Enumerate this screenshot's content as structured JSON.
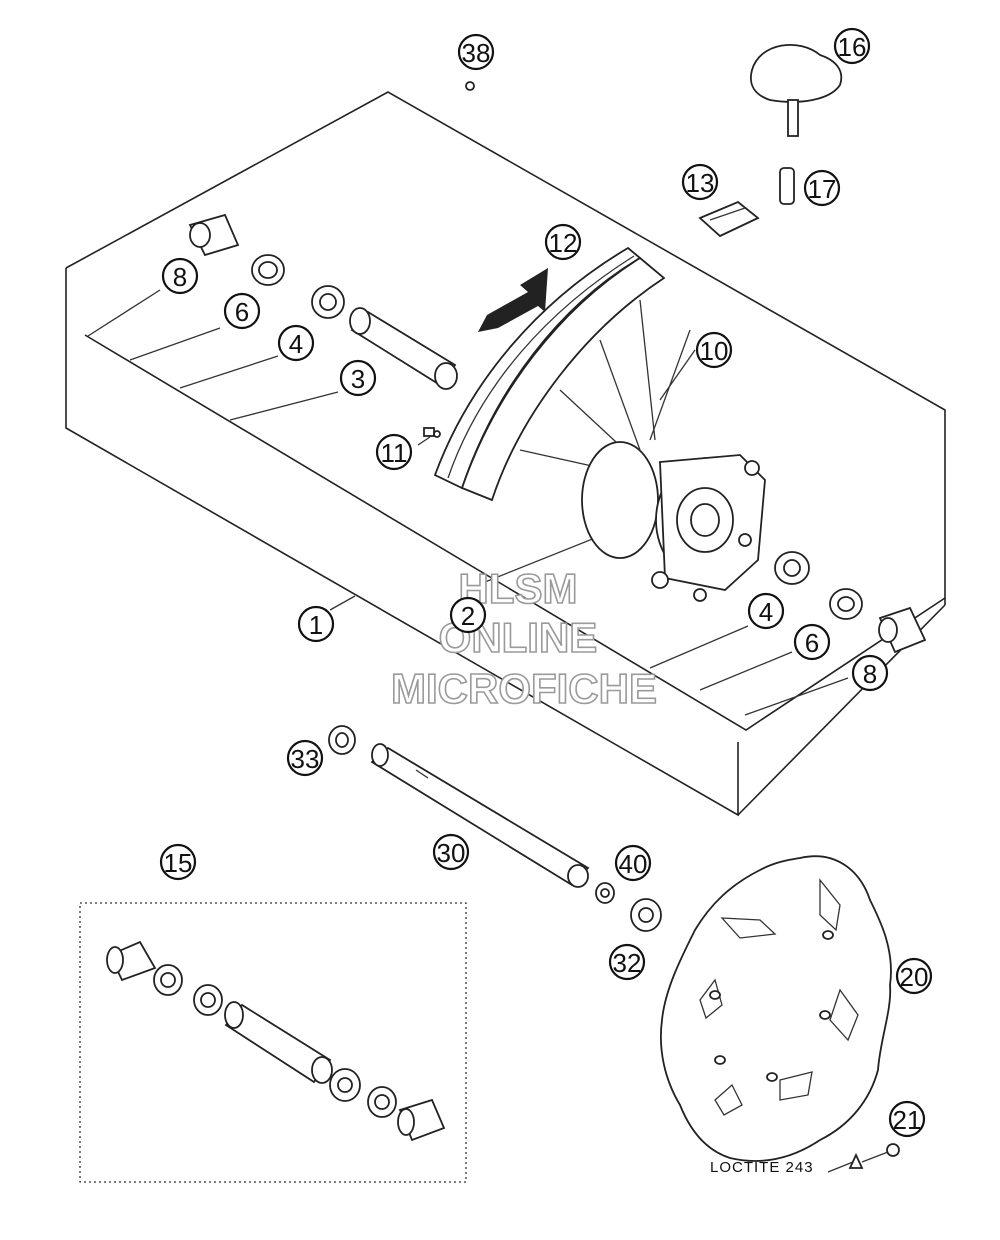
{
  "callouts": [
    {
      "id": "38",
      "label": "38"
    },
    {
      "id": "16",
      "label": "16"
    },
    {
      "id": "13",
      "label": "13"
    },
    {
      "id": "17",
      "label": "17"
    },
    {
      "id": "12",
      "label": "12"
    },
    {
      "id": "8a",
      "label": "8"
    },
    {
      "id": "6a",
      "label": "6"
    },
    {
      "id": "4a",
      "label": "4"
    },
    {
      "id": "3",
      "label": "3"
    },
    {
      "id": "10",
      "label": "10"
    },
    {
      "id": "11",
      "label": "11"
    },
    {
      "id": "1",
      "label": "1"
    },
    {
      "id": "2",
      "label": "2"
    },
    {
      "id": "4b",
      "label": "4"
    },
    {
      "id": "6b",
      "label": "6"
    },
    {
      "id": "8b",
      "label": "8"
    },
    {
      "id": "33",
      "label": "33"
    },
    {
      "id": "30",
      "label": "30"
    },
    {
      "id": "15",
      "label": "15"
    },
    {
      "id": "40",
      "label": "40"
    },
    {
      "id": "32",
      "label": "32"
    },
    {
      "id": "20",
      "label": "20"
    },
    {
      "id": "21",
      "label": "21"
    }
  ],
  "watermark": {
    "line1": "HLSM",
    "line2": "ONLINE",
    "line3": "MICROFICHE"
  },
  "notes": {
    "loctite": "LOCTITE 243"
  }
}
